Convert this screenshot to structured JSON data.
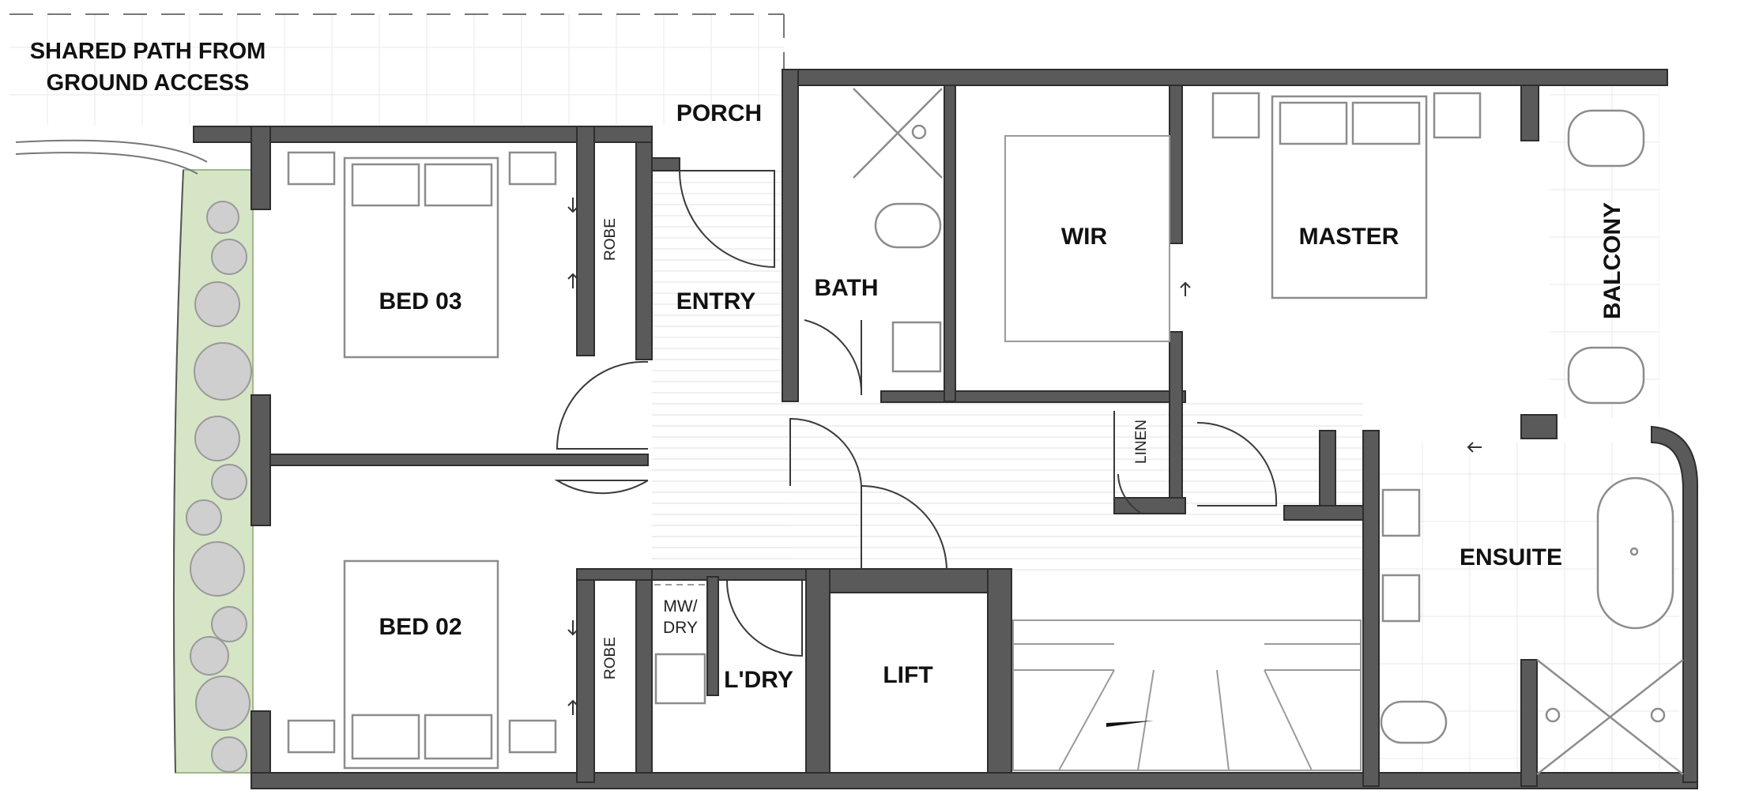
{
  "labels": {
    "shared_path_line1": "SHARED PATH FROM",
    "shared_path_line2": "GROUND ACCESS",
    "porch": "PORCH",
    "entry": "ENTRY",
    "bath": "BATH",
    "wir": "WIR",
    "master": "MASTER",
    "balcony": "BALCONY",
    "bed03": "BED 03",
    "bed02": "BED 02",
    "robe_top": "ROBE",
    "robe_bottom": "ROBE",
    "linen": "LINEN",
    "ensuite": "ENSUITE",
    "mw_dry_line1": "MW/",
    "mw_dry_line2": "DRY",
    "laundry": "L'DRY",
    "lift": "LIFT"
  },
  "colors": {
    "wall": "#5a5a5a",
    "planting": "#d6e5c6",
    "fixture_outline": "#8c8c8c"
  }
}
